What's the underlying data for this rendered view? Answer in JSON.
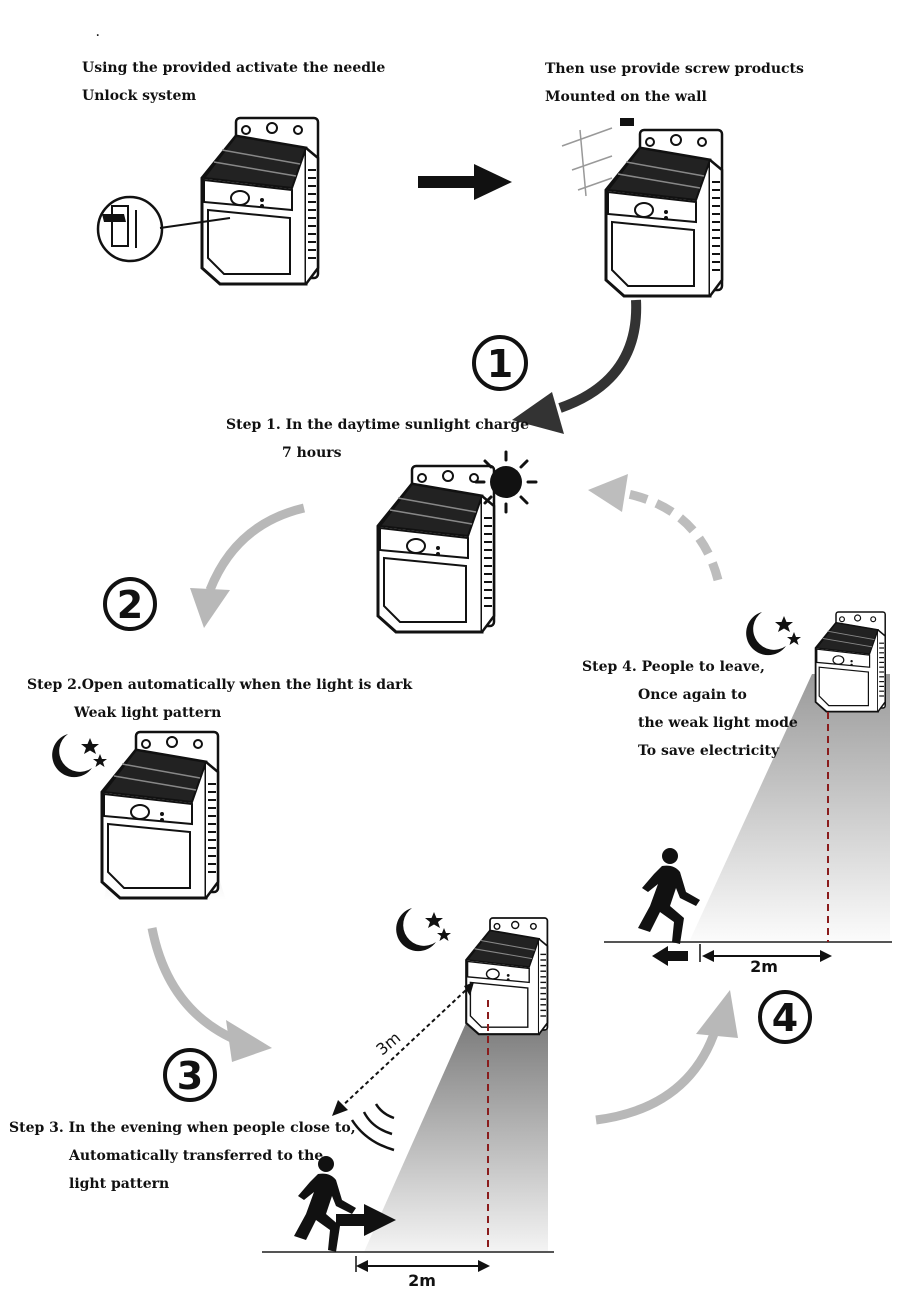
{
  "intro": {
    "dot": ".",
    "activate": {
      "line1": "Using the provided activate the needle",
      "line2": "Unlock system"
    },
    "mount": {
      "line1": "Then use provide screw products",
      "line2": "Mounted on the wall"
    }
  },
  "steps": [
    {
      "number": "1",
      "lines": [
        "Step 1. In the daytime sunlight charge",
        "7 hours"
      ]
    },
    {
      "number": "2",
      "lines": [
        "Step 2.Open automatically when the light is dark",
        "Weak light pattern"
      ]
    },
    {
      "number": "3",
      "lines": [
        "Step 3.  In the evening when people close to,",
        "Automatically transferred to the",
        "light pattern"
      ]
    },
    {
      "number": "4",
      "lines": [
        "Step 4.  People to leave,",
        "Once again to",
        "the weak light mode",
        "To save electricity"
      ]
    }
  ],
  "measurements": {
    "step3_distance": "3m",
    "step3_ground": "2m",
    "step4_ground": "2m"
  },
  "icons": {
    "sun": "sun-icon",
    "moon": "crescent-moon-stars-icon",
    "lamp": "solar-wall-lamp-icon",
    "person": "running-person-icon"
  },
  "colors": {
    "ink": "#111111",
    "arrow_gray": "#b8b8b8",
    "dash_red": "#8a1c1c"
  }
}
